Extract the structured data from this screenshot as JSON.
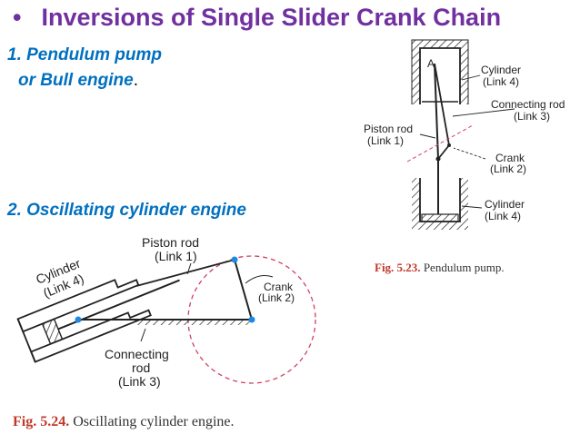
{
  "slide": {
    "title_bullet": "•",
    "title": "Inversions of Single Slider Crank Chain",
    "item1_line1": "1.   Pendulum pump",
    "item1_line2": "or Bull engine",
    "item1_period": ".",
    "item2": "2. Oscillating cylinder engine"
  },
  "fig523": {
    "point_a": "A",
    "cylinder_top_1": "Cylinder",
    "cylinder_top_2": "(Link 4)",
    "conrod_1": "Connecting rod",
    "conrod_2": "(Link 3)",
    "piston_1": "Piston rod",
    "piston_2": "(Link 1)",
    "crank_1": "Crank",
    "crank_2": "(Link 2)",
    "cylinder_bot_1": "Cylinder",
    "cylinder_bot_2": "(Link 4)",
    "caption_prefix": "Fig. 5.23.",
    "caption_text": " Pendulum pump."
  },
  "fig524": {
    "piston_1": "Piston rod",
    "piston_2": "(Link 1)",
    "cylinder_1": "Cylinder",
    "cylinder_2": "(Link 4)",
    "crank_1": "Crank",
    "crank_2": "(Link 2)",
    "conrod_1": "Connecting",
    "conrod_2": "rod",
    "conrod_3": "(Link 3)",
    "caption_prefix": "Fig. 5.24.",
    "caption_text": " Oscillating cylinder engine."
  },
  "colors": {
    "title": "#7030a0",
    "items": "#0070c0",
    "crank_circle": "#d04060",
    "joint_blue": "#1e88e5",
    "caption_prefix": "#c0392b"
  }
}
